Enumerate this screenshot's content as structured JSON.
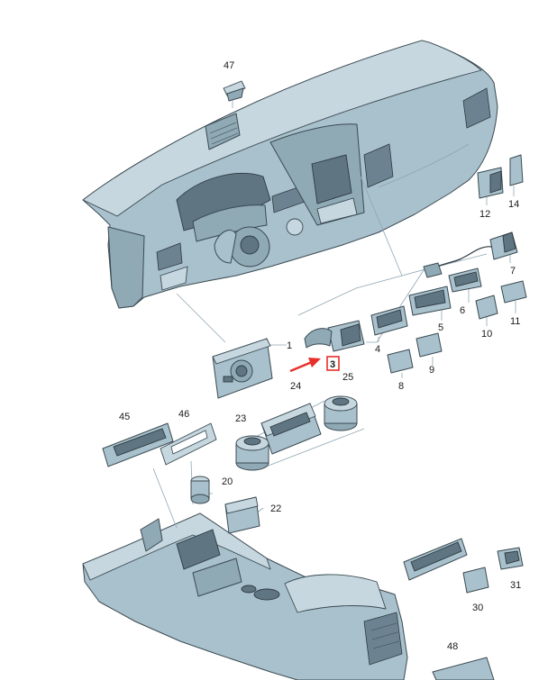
{
  "colors": {
    "part_fill": "#a9c1cc",
    "part_outline": "#3a4a52",
    "leader_line": "#8fa6b2",
    "highlight": "#e8302a"
  },
  "highlighted_part": "3",
  "callouts": {
    "c47": "47",
    "c14": "14",
    "c12": "12",
    "c7": "7",
    "c6": "6",
    "c5": "5",
    "c11": "11",
    "c10": "10",
    "c1": "1",
    "c4": "4",
    "c9": "9",
    "c8": "8",
    "c3": "3",
    "c24": "24",
    "c25": "25",
    "c45": "45",
    "c46": "46",
    "c23": "23",
    "c20": "20",
    "c22": "22",
    "c31": "31",
    "c30": "30",
    "c48": "48"
  }
}
